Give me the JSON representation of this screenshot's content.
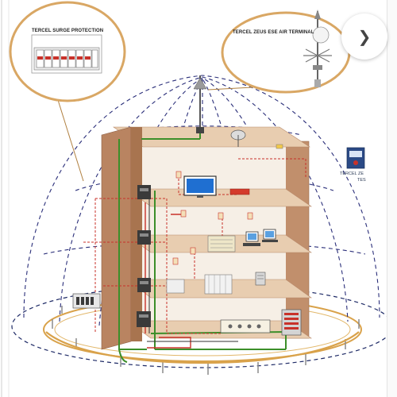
{
  "labels": {
    "surge_protection": "TERCEL SURGE PROTECTION",
    "air_terminal": "TERCEL ZEUS ESE AIR TERMINAL",
    "side_label_line1": "TERCEL ZE",
    "side_label_line2": "TES"
  },
  "icons": {
    "next_button": "chevron-right-icon"
  },
  "colors": {
    "protection_dome": "#2b2f7a",
    "copper_ring": "#d9a24a",
    "earthing_green": "#3c8f2a",
    "wiring_red": "#c8322a",
    "building_wall": "#b98461",
    "floor_slab": "#e8cdb0",
    "callout_ring": "#d9a764"
  }
}
